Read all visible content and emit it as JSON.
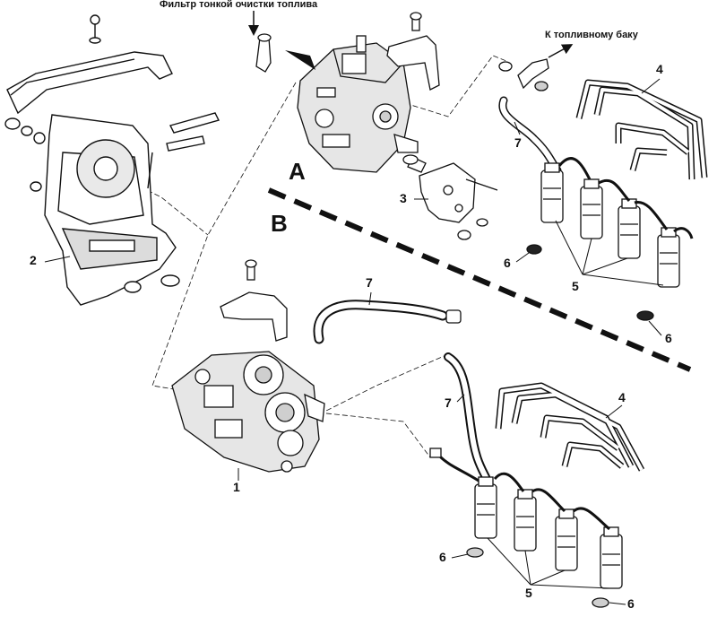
{
  "captions": {
    "fuel_filter": "Фильтр тонкой очистки топлива",
    "to_fuel_tank": "К топливному баку"
  },
  "sections": {
    "a": "A",
    "b": "B"
  },
  "callouts": {
    "n1": "1",
    "n2": "2",
    "n3": "3",
    "n4_top": "4",
    "n4_bottom": "4",
    "n5_top": "5",
    "n5_bottom": "5",
    "n6_top_left": "6",
    "n6_top_right": "6",
    "n6_bottom_left": "6",
    "n6_bottom_right": "6",
    "n7_top": "7",
    "n7_mid": "7",
    "n7_bottom": "7"
  },
  "colors": {
    "ink": "#111111",
    "shade": "#cfcfcf",
    "paper": "#ffffff"
  }
}
